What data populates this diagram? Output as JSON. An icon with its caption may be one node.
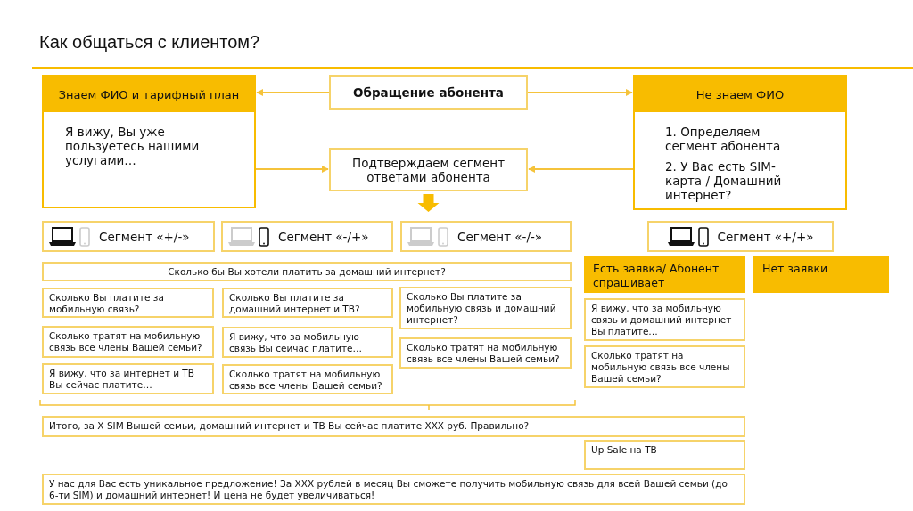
{
  "diagram": {
    "title": "Как общаться с клиентом?",
    "nodes": [
      {
        "text": [
          "Знаем ФИО и тарифный план",
          "Я вижу, Вы уже пользуетесь нашими услугами…"
        ]
      },
      {
        "text": [
          "Обращение абонента"
        ]
      },
      {
        "text": [
          "Не знаем ФИО",
          "1. Определяем сегмент абонента",
          "2. У Вас есть SIM-карта / Домашний интернет?"
        ]
      },
      {
        "text": [
          "Подтверждаем сегмент ответами абонента"
        ]
      },
      {
        "text": [
          "Сегмент «+/-»"
        ]
      },
      {
        "text": [
          "Сегмент «-/+»"
        ]
      },
      {
        "text": [
          "Сегмент «-/-»"
        ]
      },
      {
        "text": [
          "Сегмент «+/+»"
        ]
      },
      {
        "text": [
          "Сколько бы Вы хотели платить за домашний интернет?"
        ]
      },
      {
        "text": [
          "Сколько Вы платите за мобильную связь?"
        ]
      },
      {
        "text": [
          "Сколько тратят на мобильную связь все члены Вашей семьи?"
        ]
      },
      {
        "text": [
          "Я вижу, что за интернет и ТВ Вы сейчас платите…"
        ]
      },
      {
        "text": [
          "Сколько Вы платите за домашний интернет и ТВ?"
        ]
      },
      {
        "text": [
          "Я вижу, что за мобильную связь Вы сейчас платите…"
        ]
      },
      {
        "text": [
          "Сколько тратят на мобильную связь все члены Вашей семьи?"
        ]
      },
      {
        "text": [
          "Сколько Вы платите за мобильную связь и домашний интернет?"
        ]
      },
      {
        "text": [
          "Сколько тратят на мобильную связь все члены Вашей семьи?"
        ]
      },
      {
        "text": [
          "Есть заявка/ Абонент спрашивает"
        ]
      },
      {
        "text": [
          "Нет заявки"
        ]
      },
      {
        "text": [
          "Я вижу, что за мобильную связь и домашний интернет Вы платите…"
        ]
      },
      {
        "text": [
          "Сколько тратят на мобильную связь все члены Вашей семьи?"
        ]
      },
      {
        "text": [
          "Итого, за X SIM Вышей семьи, домашний интернет и ТВ Вы сейчас платите XXX руб. Правильно?"
        ]
      },
      {
        "text": [
          "Up Sale на ТВ"
        ]
      },
      {
        "text": [
          "У нас для Вас есть уникальное предложение! За XXX рублей в месяц Вы сможете получить мобильную связь для всей Вашей семьи (до 6-ти SIM) и домашний интернет! И цена не будет увеличиваться!"
        ]
      }
    ],
    "edges": [
      {
        "from": 1,
        "to": 0,
        "arrow": "to"
      },
      {
        "from": 1,
        "to": 2,
        "arrow": "to"
      },
      {
        "from": 0,
        "to": 3,
        "arrow": "to"
      },
      {
        "from": 2,
        "to": 3,
        "arrow": "to"
      },
      {
        "from": 3,
        "to": null,
        "arrow": "to",
        "style": "thick"
      }
    ]
  }
}
